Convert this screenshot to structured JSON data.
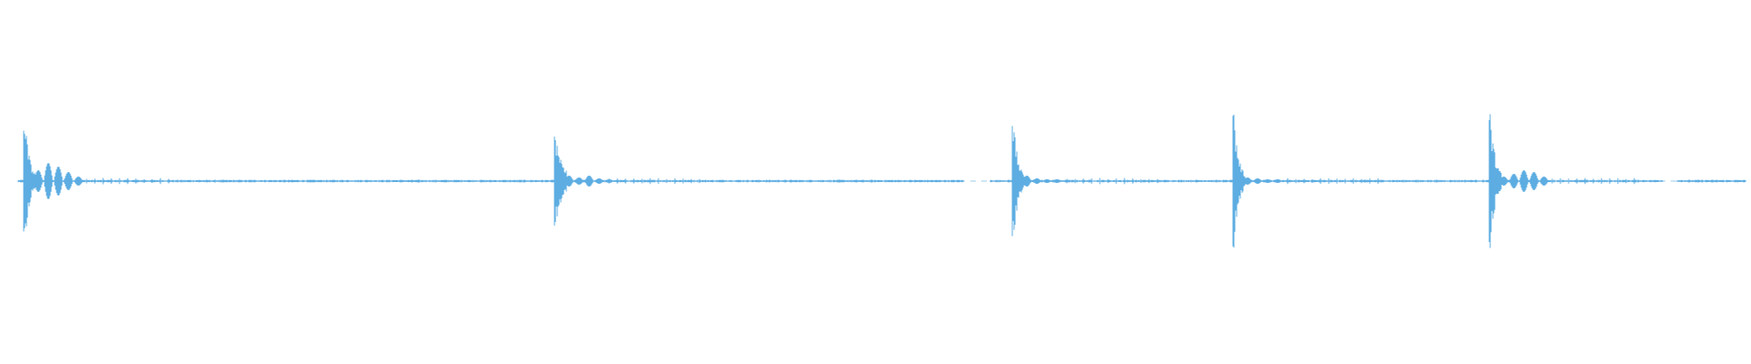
{
  "waveform": {
    "color": "#5dade2",
    "background": "#ffffff",
    "events": [
      {
        "t": 0.0135,
        "peak": 0.93,
        "burst_decay": 0.55,
        "tail": [
          0.12,
          0.2,
          0.16,
          0.1,
          0.05
        ]
      },
      {
        "t": 0.3165,
        "peak": 0.64,
        "burst_decay": 0.35,
        "tail": [
          0.06,
          0.04,
          0.06,
          0.03,
          0.02
        ]
      },
      {
        "t": 0.578,
        "peak": 0.86,
        "burst_decay": 0.55,
        "tail": [
          0.06,
          0.03,
          0.02,
          0.02,
          0.01
        ]
      },
      {
        "t": 0.704,
        "peak": 0.95,
        "burst_decay": 0.55,
        "tail": [
          0.04,
          0.03,
          0.02,
          0.02,
          0.01
        ]
      },
      {
        "t": 0.8505,
        "peak": 0.92,
        "burst_decay": 0.5,
        "tail": [
          0.05,
          0.08,
          0.12,
          0.1,
          0.05
        ]
      }
    ],
    "noise_floor": 0.01,
    "gaps": [
      [
        0.54,
        0.555
      ],
      [
        0.9395,
        0.947
      ]
    ]
  }
}
